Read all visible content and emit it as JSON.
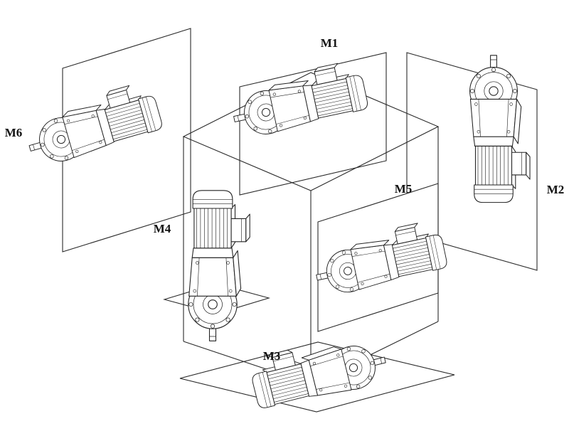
{
  "labels": {
    "m1": "M1",
    "m2": "M2",
    "m3": "M3",
    "m4": "M4",
    "m5": "M5",
    "m6": "M6"
  },
  "colors": {
    "background": "#ffffff",
    "line": "#222222",
    "label": "#111111"
  }
}
